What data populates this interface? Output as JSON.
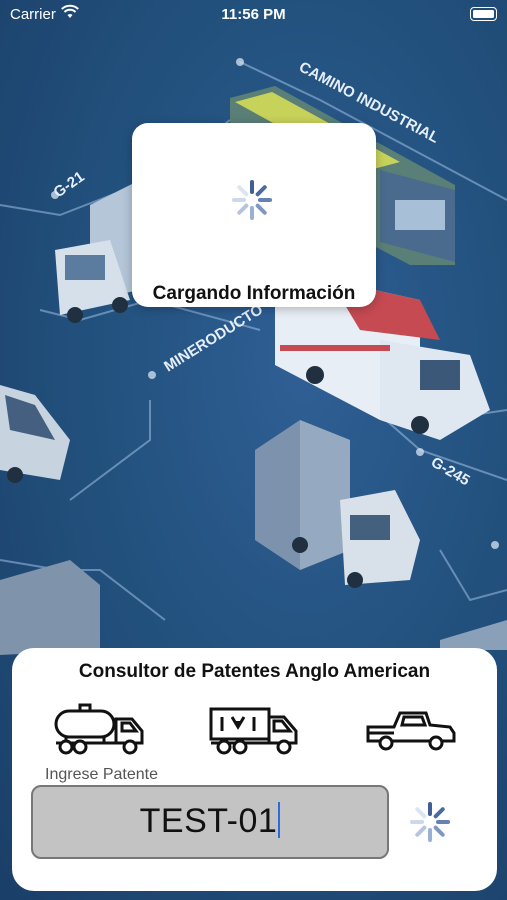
{
  "status_bar": {
    "carrier": "Carrier",
    "time": "11:56 PM"
  },
  "map": {
    "road_labels": [
      "CAMINO INDUSTRIAL",
      "G-21",
      "MINERODUCTO",
      "G-245"
    ]
  },
  "loading": {
    "label": "Cargando Información"
  },
  "panel": {
    "title": "Consultor de Patentes Anglo American",
    "vehicles": [
      "tanker-truck-icon",
      "box-truck-icon",
      "pickup-truck-icon"
    ],
    "input_label": "Ingrese Patente",
    "plate_value": "TEST-01"
  },
  "colors": {
    "background": "#23527f",
    "spinner": "#4e6fa6",
    "plate": "#c3c3c3",
    "caret": "#2f6bdb"
  }
}
